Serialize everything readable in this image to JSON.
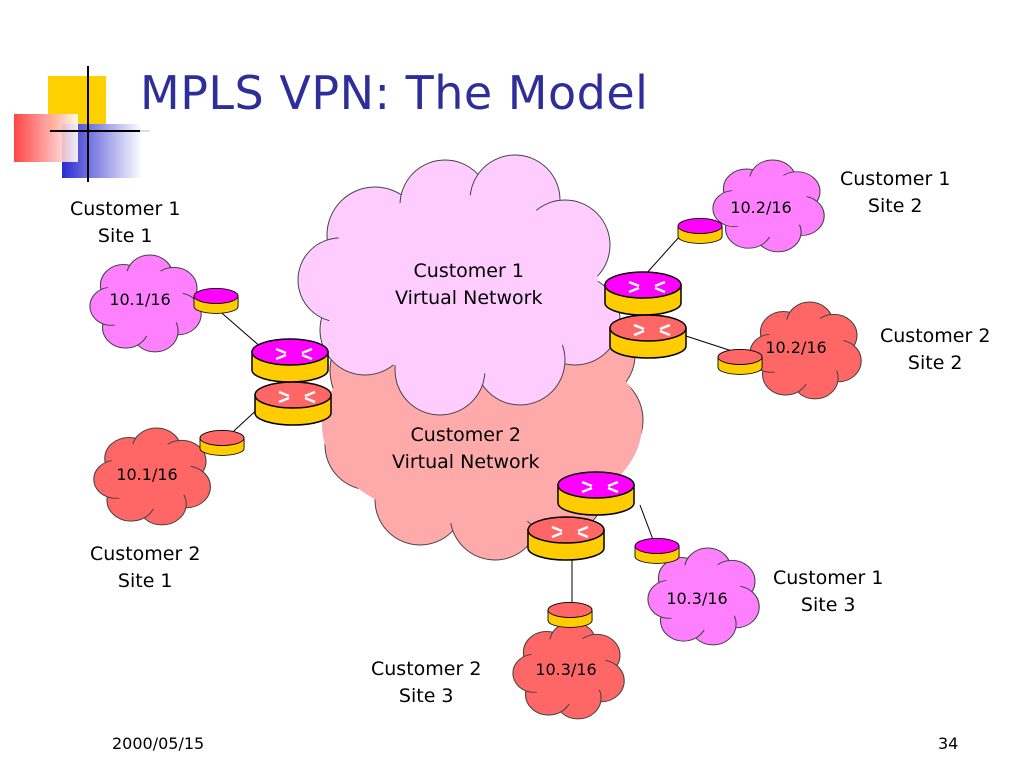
{
  "slide": {
    "title": "MPLS VPN: The Model",
    "date": "2000/05/15",
    "page_number": "34"
  },
  "diagram": {
    "virtual_networks": [
      {
        "line1": "Customer 1",
        "line2": "Virtual Network",
        "color": "#ffccff"
      },
      {
        "line1": "Customer 2",
        "line2": "Virtual Network",
        "color": "#ffaaaa"
      }
    ],
    "sites": [
      {
        "line1": "Customer 1",
        "line2": "Site 1",
        "prefix": "10.1/16",
        "color": "#ff80ff"
      },
      {
        "line1": "Customer 2",
        "line2": "Site 1",
        "prefix": "10.1/16",
        "color": "#ff6666"
      },
      {
        "line1": "Customer 1",
        "line2": "Site 2",
        "prefix": "10.2/16",
        "color": "#ff80ff"
      },
      {
        "line1": "Customer 2",
        "line2": "Site 2",
        "prefix": "10.2/16",
        "color": "#ff6666"
      },
      {
        "line1": "Customer 1",
        "line2": "Site 3",
        "prefix": "10.3/16",
        "color": "#ff80ff"
      },
      {
        "line1": "Customer 2",
        "line2": "Site 3",
        "prefix": "10.3/16",
        "color": "#ff6666"
      }
    ],
    "colors": {
      "router_magenta": "#ff00ff",
      "router_red": "#ff6666",
      "router_body": "#ffcc00",
      "title_blue": "#2e2e9a"
    }
  }
}
